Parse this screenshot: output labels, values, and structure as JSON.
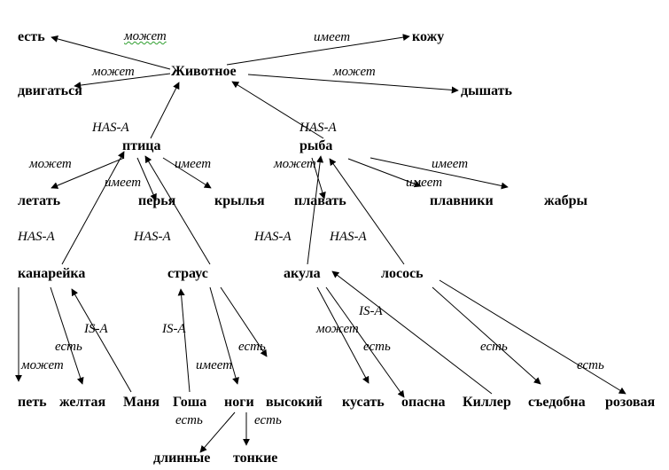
{
  "nodes": {
    "eat": "есть",
    "move": "двигаться",
    "animal": "Животное",
    "skin": "кожу",
    "breathe": "дышать",
    "bird": "птица",
    "fish": "рыба",
    "fly": "летать",
    "feathers": "перья",
    "wings": "крылья",
    "swim": "плавать",
    "fins": "плавники",
    "gills": "жабры",
    "canary": "канарейка",
    "ostrich": "страус",
    "shark": "акула",
    "salmon": "лосось",
    "sing": "петь",
    "yellow": "желтая",
    "manya": "Маня",
    "gosha": "Гоша",
    "legs": "ноги",
    "tall": "высокий",
    "bite": "кусать",
    "dangerous": "опасна",
    "killer": "Киллер",
    "edible": "съедобна",
    "pink": "розовая",
    "long": "длинные",
    "thin": "тонкие"
  },
  "labels": {
    "animal_eat": "может",
    "animal_move": "может",
    "animal_skin": "имеет",
    "animal_breathe": "может",
    "bird_hasa": "HAS-A",
    "fish_hasa": "HAS-A",
    "bird_fly": "может",
    "bird_feathers": "имеет",
    "bird_wings": "имеет",
    "fish_swim": "может",
    "fish_fins1": "имеет",
    "fish_fins2": "имеет",
    "canary_hasa": "HAS-A",
    "ostrich_hasa": "HAS-A",
    "shark_hasa": "HAS-A",
    "salmon_hasa": "HAS-A",
    "manya_isa": "IS-A",
    "gosha_isa": "IS-A",
    "killer_isa": "IS-A",
    "canary_yellow": "есть",
    "canary_sing": "может",
    "ostrich_legs": "имеет",
    "ostrich_tall": "есть",
    "shark_bite": "может",
    "shark_dangerous": "есть",
    "salmon_edible": "есть",
    "salmon_pink": "есть",
    "legs_long": "есть",
    "legs_thin": "есть"
  }
}
